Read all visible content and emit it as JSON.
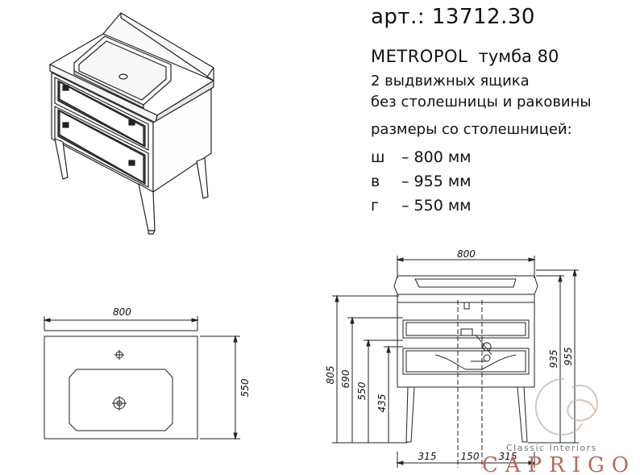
{
  "article": "арт.: 13712.30",
  "model": {
    "name": "METROPOL",
    "type": "тумба 80"
  },
  "description": [
    "2 выдвижных ящика",
    "без столешницы и раковины"
  ],
  "dimensions_title": "размеры со столешницей:",
  "dimensions": [
    {
      "key": "ш",
      "value": "– 800 мм"
    },
    {
      "key": "в",
      "value": "– 955 мм"
    },
    {
      "key": "г",
      "value": "– 550 мм"
    }
  ],
  "top_view": {
    "width": "800",
    "depth": "550"
  },
  "front_view": {
    "width": "800",
    "heights": [
      "805",
      "690",
      "550",
      "435",
      "935",
      "955"
    ],
    "bottom": [
      "315",
      "150",
      "315"
    ]
  },
  "brand": {
    "subtitle": "Classic Interiors",
    "name": "CAPRIGO"
  }
}
